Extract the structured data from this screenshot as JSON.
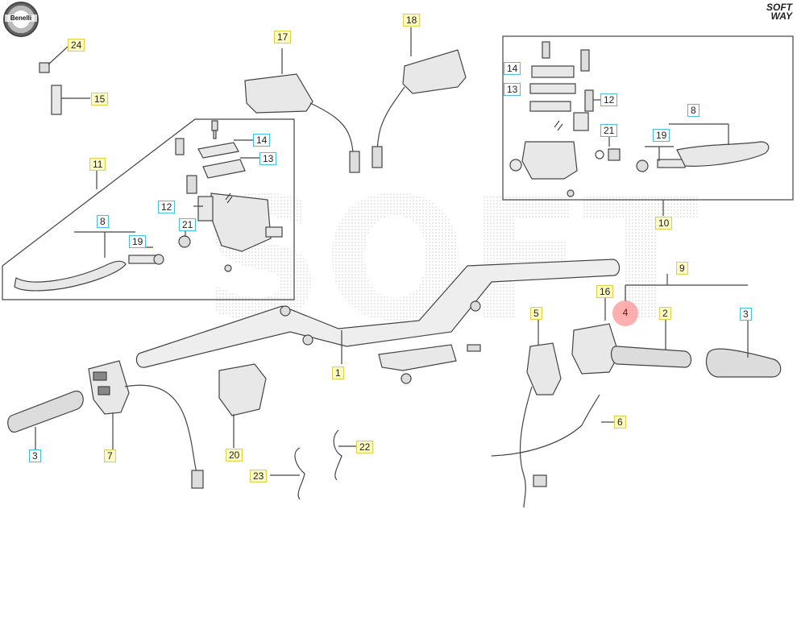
{
  "logo": {
    "text": "Benelli"
  },
  "brand": {
    "line1": "SOFT",
    "line2": "WAY"
  },
  "watermark": "SOFT",
  "colors": {
    "line": "#444444",
    "part_fill": "#e8e8e8",
    "callout_yellow_bg": "#fffbc4",
    "callout_yellow_border": "#e1cf4a",
    "callout_cyan_border": "#45c0e4",
    "highlight": "#ff6e6e"
  },
  "callouts": [
    {
      "id": "c24",
      "label": "24",
      "style": "yellow"
    },
    {
      "id": "c15",
      "label": "15",
      "style": "yellow"
    },
    {
      "id": "c17",
      "label": "17",
      "style": "yellow"
    },
    {
      "id": "c18",
      "label": "18",
      "style": "yellow"
    },
    {
      "id": "c11",
      "label": "11",
      "style": "yellow"
    },
    {
      "id": "c14a",
      "label": "14",
      "style": "cyan"
    },
    {
      "id": "c13a",
      "label": "13",
      "style": "cyan"
    },
    {
      "id": "c12a",
      "label": "12",
      "style": "cyan"
    },
    {
      "id": "c21a",
      "label": "21",
      "style": "cyan"
    },
    {
      "id": "c8a",
      "label": "8",
      "style": "cyan"
    },
    {
      "id": "c19a",
      "label": "19",
      "style": "cyan"
    },
    {
      "id": "c14b",
      "label": "14",
      "style": "cyan"
    },
    {
      "id": "c13b",
      "label": "13",
      "style": "cyan"
    },
    {
      "id": "c12b",
      "label": "12",
      "style": "cyan"
    },
    {
      "id": "c21b",
      "label": "21",
      "style": "cyan"
    },
    {
      "id": "c8b",
      "label": "8",
      "style": "cyan"
    },
    {
      "id": "c19b",
      "label": "19",
      "style": "cyan"
    },
    {
      "id": "c10",
      "label": "10",
      "style": "yellow"
    },
    {
      "id": "c9",
      "label": "9",
      "style": "yellow"
    },
    {
      "id": "c16",
      "label": "16",
      "style": "yellow"
    },
    {
      "id": "c5",
      "label": "5",
      "style": "yellow"
    },
    {
      "id": "c2",
      "label": "2",
      "style": "yellow"
    },
    {
      "id": "c3b",
      "label": "3",
      "style": "cyan"
    },
    {
      "id": "c1",
      "label": "1",
      "style": "yellow"
    },
    {
      "id": "c6",
      "label": "6",
      "style": "yellow"
    },
    {
      "id": "c3a",
      "label": "3",
      "style": "cyan"
    },
    {
      "id": "c7",
      "label": "7",
      "style": "yellow"
    },
    {
      "id": "c20",
      "label": "20",
      "style": "yellow"
    },
    {
      "id": "c22",
      "label": "22",
      "style": "yellow"
    },
    {
      "id": "c23",
      "label": "23",
      "style": "yellow"
    }
  ],
  "highlight": {
    "label": "4"
  }
}
